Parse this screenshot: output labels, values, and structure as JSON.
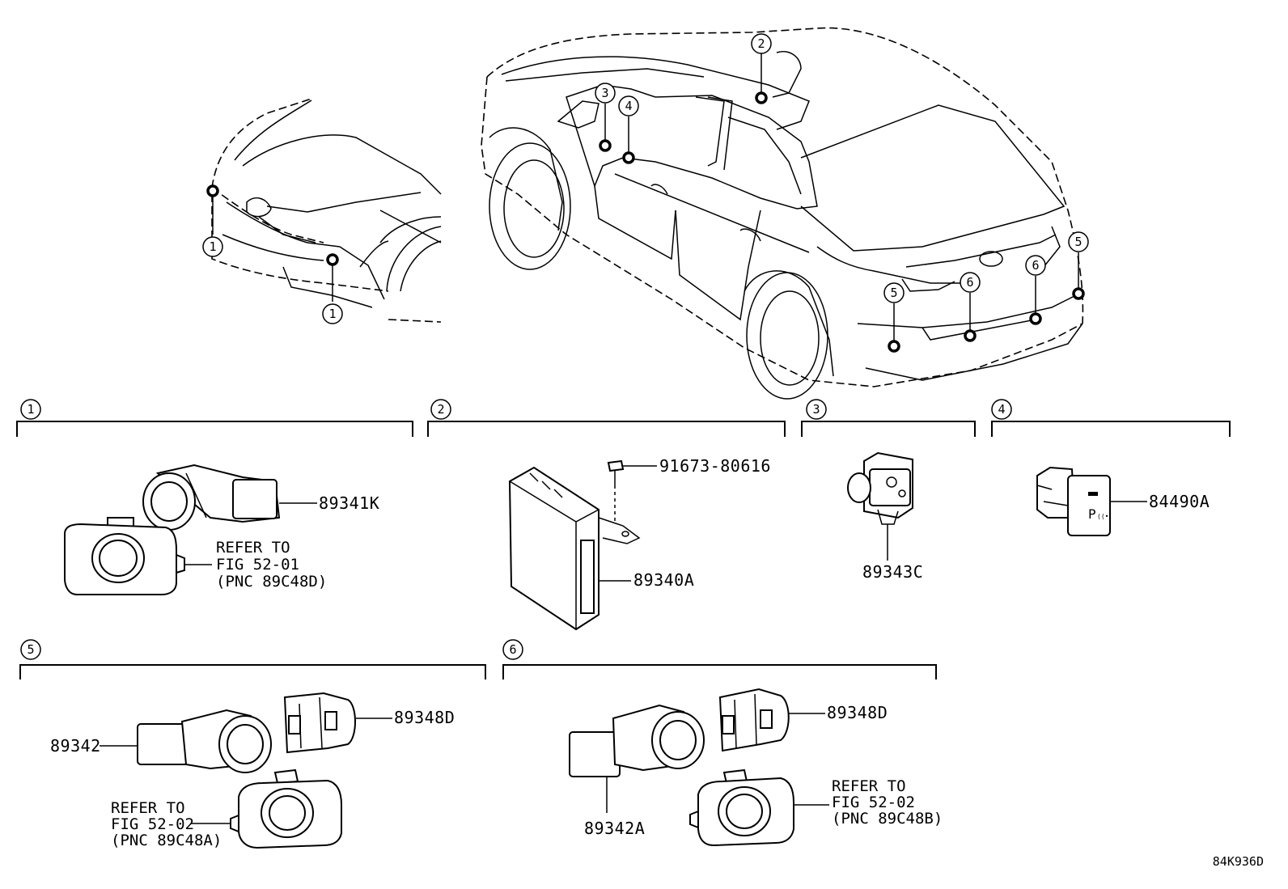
{
  "callouts": {
    "c1": "1",
    "c2": "2",
    "c3": "3",
    "c4": "4",
    "c5": "5",
    "c6": "6"
  },
  "sections": {
    "s1": {
      "number": "1",
      "part_main": "89341K",
      "refer_line1": "REFER TO",
      "refer_line2": "FIG 52-01",
      "refer_line3": "(PNC 89C48D)"
    },
    "s2": {
      "number": "2",
      "part_bolt": "91673-80616",
      "part_main": "89340A"
    },
    "s3": {
      "number": "3",
      "part_main": "89343C"
    },
    "s4": {
      "number": "4",
      "part_main": "84490A",
      "switch_text": "P",
      "switch_sub": "((•"
    },
    "s5": {
      "number": "5",
      "part_sensor": "89342",
      "part_retainer": "89348D",
      "refer_line1": "REFER TO",
      "refer_line2": "FIG 52-02",
      "refer_line3": "(PNC 89C48A)"
    },
    "s6": {
      "number": "6",
      "part_sensor": "89342A",
      "part_retainer": "89348D",
      "refer_line1": "REFER TO",
      "refer_line2": "FIG 52-02",
      "refer_line3": "(PNC 89C48B)"
    }
  },
  "figure_code": "84K936D"
}
